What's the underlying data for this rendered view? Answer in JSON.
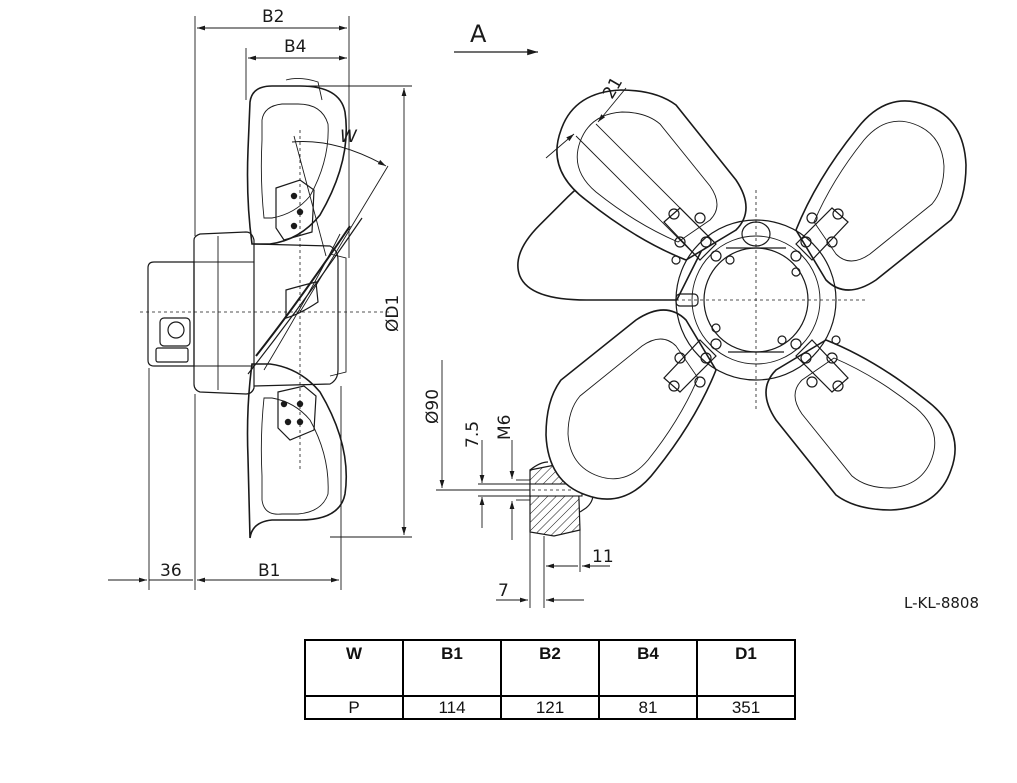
{
  "drawing": {
    "dimension_labels": {
      "b2": "B2",
      "b4": "B4",
      "w": "W",
      "d1": "ØD1",
      "d90": "Ø90",
      "v75": "7.5",
      "m6": "M6",
      "v11": "11",
      "v7": "7",
      "v36": "36",
      "b1": "B1",
      "v21": "21",
      "view_a": "A"
    },
    "drawing_code": "L-KL-8808"
  },
  "table": {
    "headers": [
      "W",
      "B1",
      "B2",
      "B4",
      "D1"
    ],
    "rows": [
      [
        "P",
        "114",
        "121",
        "81",
        "351"
      ]
    ]
  }
}
